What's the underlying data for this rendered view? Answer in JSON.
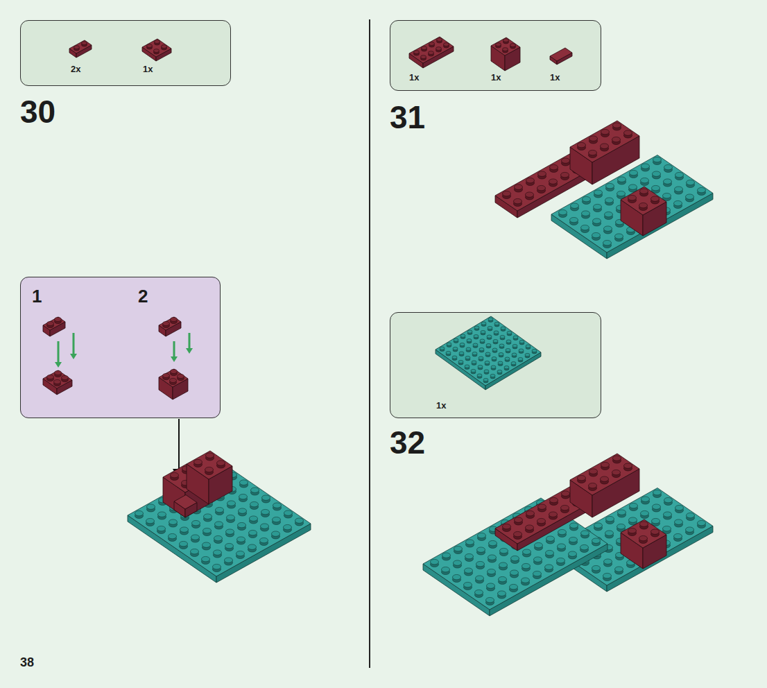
{
  "diagram": {
    "nodes": [
      {
        "text": [
          "2x",
          "1x"
        ]
      },
      {
        "text": [
          "1",
          "2"
        ]
      },
      {
        "text": [
          "1x",
          "1x",
          "1x"
        ]
      },
      {
        "text": [
          "1x"
        ]
      }
    ],
    "labels": [
      "30",
      "31",
      "32",
      "38"
    ]
  }
}
